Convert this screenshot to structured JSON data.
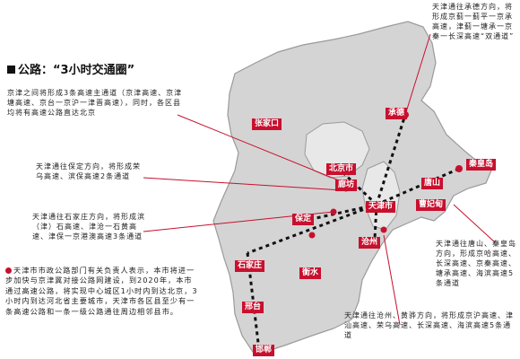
{
  "headline": "公路：“3小时交通圈”",
  "notes": {
    "jing": "京津之间将形成3条高速主通道（京津高速、京津塘高速、京台一京沪一津晋高速），同时，各区县均将有高速公路直达北京",
    "bao": "天津通往保定方向，将形成荣乌高速、滨保高速2条通道",
    "shi": "天津通往石家庄方向，将形成滨（津）石高速、津沧一石黄高速、津保一京港澳高速3条通道",
    "cheng": "天津通往承德方向，将形成京蓟一蓟平一京承高速，津蓟一塘承一京秦一长深高速“双通道”",
    "tang": "天津通往唐山、秦皇岛方向，形成京哈高速、长深高速、京秦高速、塘承高速、海滨高速5条通道",
    "cang": "天津通往沧州、黄骅方向，将形成京沪高速、津汕高速、荣乌高速、长深高速、海滨高速5条通道",
    "main": "天津市市政公路部门有关负责人表示，本市将进一步加快与京津冀对接公路网建设，到2020年，本市通过高速公路，将实现中心城区1小时内到达北京，3小时内到达河北省主要城市，天津市各区县至少有一条高速公路和一条一级公路通往周边相邻县市。"
  },
  "cities": {
    "zhangjiakou": "张家口",
    "chengde": "承德",
    "beijing": "北京市",
    "langfang": "廊坊",
    "tangshan": "唐山",
    "qinhuangdao": "秦皇岛",
    "tianjin": "天津市",
    "caofeidian": "曹妃甸",
    "baoding": "保定",
    "shijiazhuang": "石家庄",
    "hengshui": "衡水",
    "cangzhou": "沧州",
    "xingtai": "邢台",
    "handan": "邯郸"
  },
  "colors": {
    "accent": "#c8102e",
    "map_fill": "#d4d4d4",
    "map_stroke": "#9a9a9a",
    "route": "#111111"
  }
}
